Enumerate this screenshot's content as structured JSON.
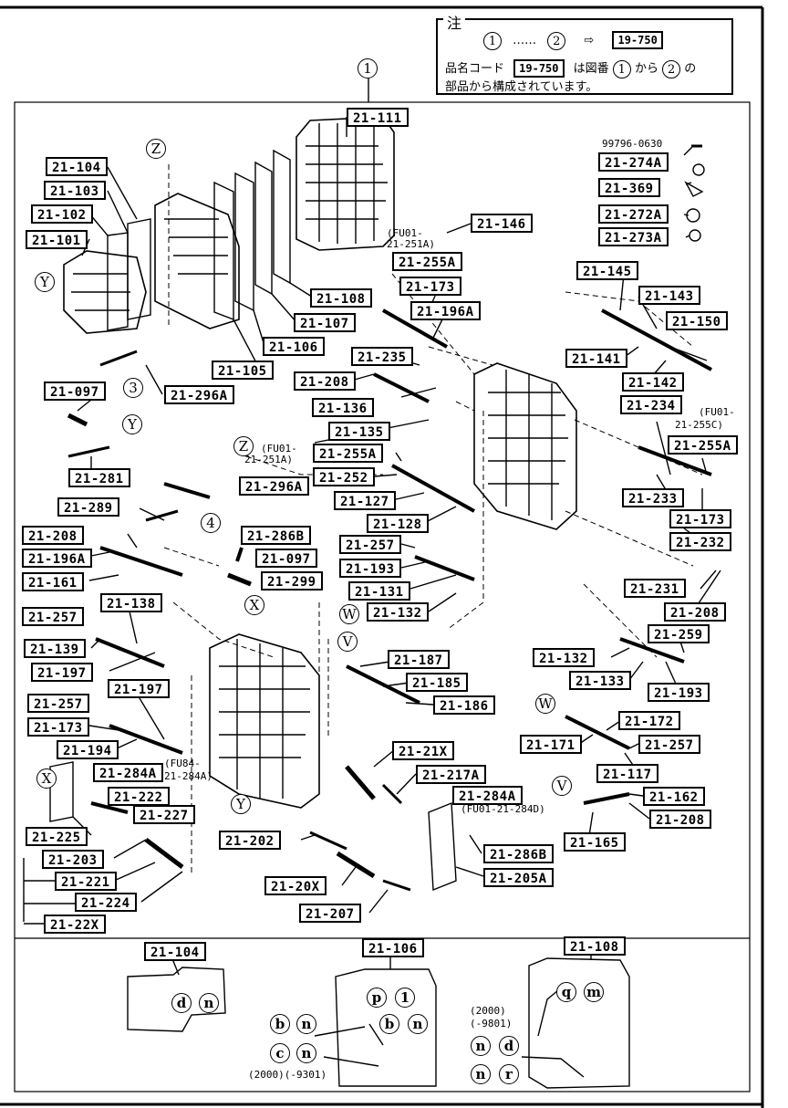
{
  "note": {
    "title": "注",
    "dots": "……",
    "arrow": "⇨",
    "ref_code": "19-750",
    "line2_pre": "品名コード",
    "line2_code": "19-750",
    "line2_mid": "は図番",
    "line2_from": "から",
    "line2_post": "の",
    "line3": "部品から構成されています。",
    "c1": "1",
    "c2": "2"
  },
  "parts": {
    "p21_111": "21-111",
    "p21_104": "21-104",
    "p21_103": "21-103",
    "p21_102": "21-102",
    "p21_101": "21-101",
    "p21_108": "21-108",
    "p21_107": "21-107",
    "p21_106": "21-106",
    "p21_105": "21-105",
    "p21_146": "21-146",
    "p21_255A": "21-255A",
    "p21_173": "21-173",
    "p21_196A": "21-196A",
    "p21_235": "21-235",
    "p21_208": "21-208",
    "p21_136": "21-136",
    "p21_135": "21-135",
    "p21_255A_b": "21-255A",
    "p21_252": "21-252",
    "p21_127": "21-127",
    "p21_128": "21-128",
    "p21_257": "21-257",
    "p21_193": "21-193",
    "p21_131": "21-131",
    "p21_132": "21-132",
    "p21_097": "21-097",
    "p21_281": "21-281",
    "p21_296A": "21-296A",
    "p21_296A_b": "21-296A",
    "p21_289": "21-289",
    "p21_286B": "21-286B",
    "p21_097_b": "21-097",
    "p21_299": "21-299",
    "p21_208_b": "21-208",
    "p21_196A_b": "21-196A",
    "p21_161": "21-161",
    "p21_257_b": "21-257",
    "p21_138": "21-138",
    "p21_139": "21-139",
    "p21_197": "21-197",
    "p21_197_b": "21-197",
    "p21_257_c": "21-257",
    "p21_173_b": "21-173",
    "p21_194": "21-194",
    "p21_187": "21-187",
    "p21_185": "21-185",
    "p21_186": "21-186",
    "p21_21X": "21-21X",
    "p21_217A": "21-217A",
    "p21_284A": "21-284A",
    "p21_284A_b": "21-284A",
    "p21_222": "21-222",
    "p21_227": "21-227",
    "p21_225": "21-225",
    "p21_203": "21-203",
    "p21_221": "21-221",
    "p21_224": "21-224",
    "p21_22X": "21-22X",
    "p21_202": "21-202",
    "p21_20X": "21-20X",
    "p21_207": "21-207",
    "p21_286B_b": "21-286B",
    "p21_205A": "21-205A",
    "p21_274A": "21-274A",
    "p21_369": "21-369",
    "p21_272A": "21-272A",
    "p21_273A": "21-273A",
    "p21_145": "21-145",
    "p21_143": "21-143",
    "p21_150": "21-150",
    "p21_141": "21-141",
    "p21_142": "21-142",
    "p21_234": "21-234",
    "p21_255A_c": "21-255A",
    "p21_233": "21-233",
    "p21_173_c": "21-173",
    "p21_232": "21-232",
    "p21_231": "21-231",
    "p21_208_c": "21-208",
    "p21_259": "21-259",
    "p21_132_b": "21-132",
    "p21_133": "21-133",
    "p21_193_b": "21-193",
    "p21_172": "21-172",
    "p21_171": "21-171",
    "p21_257_d": "21-257",
    "p21_117": "21-117",
    "p21_162": "21-162",
    "p21_208_d": "21-208",
    "p21_165": "21-165",
    "p21_104_d": "21-104",
    "p21_106_d": "21-106",
    "p21_108_d": "21-108"
  },
  "texts": {
    "ref99796": "99796-0630",
    "fu01_251a_top": "(FU01-",
    "fu01_251a_bot": "21-251A)",
    "fu01_251a_top_b": "(FU01-",
    "fu01_251a_bot_b": "21-251A)",
    "fu01_255c_top": "(FU01-",
    "fu01_255c_bot": "21-255C)",
    "fu84_top": "(FU84-",
    "fu84_bot": "21-284A)",
    "fu01_284d": "(FU01-21-284D)",
    "y2000_left": "(2000)(-9301)",
    "y2000_right_top": "(2000)",
    "y2000_right_bot": "(-9801)"
  },
  "callouts": {
    "c1": "1",
    "c3": "3",
    "c4": "4",
    "z": "Z",
    "y": "Y",
    "x": "X",
    "w": "W",
    "v": "V",
    "d": "d",
    "n": "n",
    "p": "p",
    "l": "1",
    "b": "b",
    "c": "c",
    "q": "q",
    "m": "m",
    "r": "r"
  }
}
